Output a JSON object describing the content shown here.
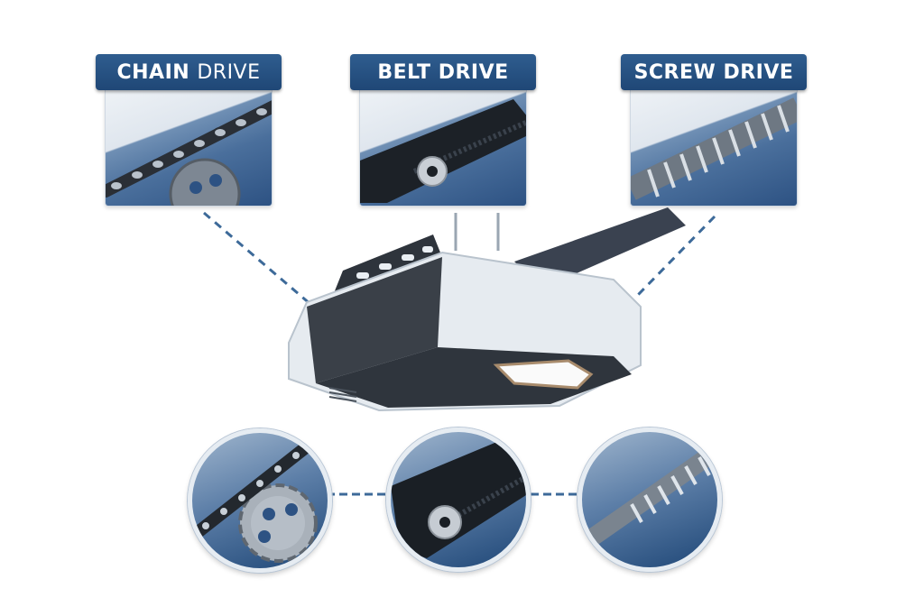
{
  "title": "Garage Door Opener Drive Types",
  "panels": [
    {
      "label_bold": "CHAIN",
      "label_rest": "DRIVE",
      "icon": "chain-drive-icon"
    },
    {
      "label_bold": "BELT",
      "label_rest": "DRIVE",
      "icon": "belt-drive-icon"
    },
    {
      "label_bold": "SCREW",
      "label_rest": "DRIVE",
      "icon": "screw-drive-icon"
    }
  ],
  "center": {
    "icon": "garage-door-opener-icon"
  },
  "circles": [
    {
      "icon": "chain-sprocket-icon"
    },
    {
      "icon": "belt-pulley-icon"
    },
    {
      "icon": "screw-rod-icon"
    }
  ],
  "colors": {
    "label_bg": "#1f4776",
    "connector": "#3d6a99",
    "opener_body": "#e9eef3",
    "opener_dark": "#3a4048"
  }
}
